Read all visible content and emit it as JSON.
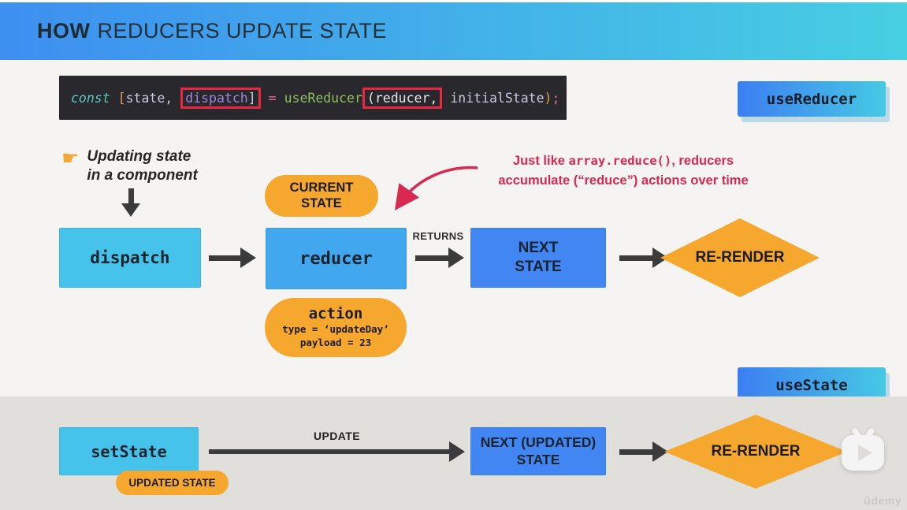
{
  "header": {
    "title_bold": "HOW",
    "title_rest": "REDUCERS UPDATE STATE"
  },
  "code": {
    "kw_const": "const",
    "bracket_open": "[",
    "state": "state,",
    "dispatch": "dispatch",
    "bracket_close": "]",
    "equals": "=",
    "fn_name": "useReducer",
    "arg_reducer": "(reducer,",
    "arg_initial": "initialState",
    "paren_close": ")",
    "semicolon": ";"
  },
  "badges": {
    "use_reducer": "useReducer",
    "use_state": "useState"
  },
  "side_note": {
    "finger_icon": "pointing-finger",
    "line1": "Updating state",
    "line2": "in a component"
  },
  "annotation": {
    "lead": "Just like ",
    "code": "array.reduce()",
    "mid": ", reducers",
    "line2_regular": "accumulate (“reduce”) ",
    "line2_bold": "actions over time"
  },
  "flow_reducer": {
    "current_state_line1": "CURRENT",
    "current_state_line2": "STATE",
    "dispatch_label": "dispatch",
    "reducer_label": "reducer",
    "returns_label": "RETURNS",
    "next_state_line1": "NEXT",
    "next_state_line2": "STATE",
    "rerender_label": "RE-RENDER",
    "action_title": "action",
    "action_type": "type = ‘updateDay’",
    "action_payload": "payload = 23"
  },
  "flow_state": {
    "set_state_label": "setState",
    "updated_state_label": "UPDATED STATE",
    "update_label": "UPDATE",
    "next_state_line1": "NEXT (UPDATED)",
    "next_state_line2": "STATE",
    "rerender_label": "RE-RENDER"
  },
  "watermark": "ûdemy",
  "colors": {
    "header_grad_start": "#3d8ff0",
    "header_grad_end": "#47cfe2",
    "badge_grad_start": "#3c7ef1",
    "badge_grad_end": "#46c9e4",
    "box_cyan": "#45c3ea",
    "box_blue": "#41a8ef",
    "box_deep_blue": "#4286f3",
    "orange": "#f6a72e",
    "red_accent": "#d92950",
    "red_box": "#e82742",
    "code_bg": "#28282d",
    "bg_light": "#f5f4f2",
    "bg_gray": "#e0dfdc",
    "arrow_dark": "#3b3b3b"
  }
}
